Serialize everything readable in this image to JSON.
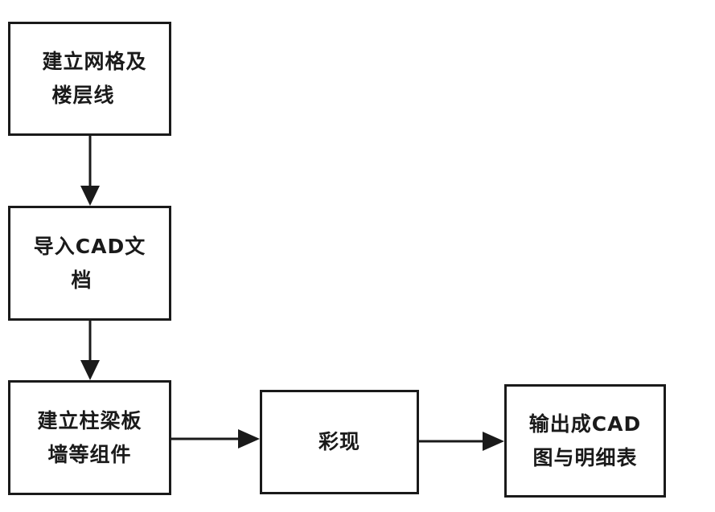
{
  "diagram": {
    "nodes": [
      {
        "id": "n1",
        "lines": [
          "建立网格及",
          "楼层线"
        ]
      },
      {
        "id": "n2",
        "lines": [
          "导入CAD文",
          "档"
        ]
      },
      {
        "id": "n3",
        "lines": [
          "建立柱梁板",
          "墙等组件"
        ]
      },
      {
        "id": "n4",
        "lines": [
          "彩现"
        ]
      },
      {
        "id": "n5",
        "lines": [
          "输出成CAD",
          "图与明细表"
        ]
      }
    ],
    "edges": [
      {
        "from": "n1",
        "to": "n2",
        "direction": "down"
      },
      {
        "from": "n2",
        "to": "n3",
        "direction": "down"
      },
      {
        "from": "n3",
        "to": "n4",
        "direction": "right"
      },
      {
        "from": "n4",
        "to": "n5",
        "direction": "right"
      }
    ],
    "colors": {
      "stroke": "#1a1a1a",
      "fill": "#ffffff",
      "text": "#1a1a1a"
    }
  }
}
